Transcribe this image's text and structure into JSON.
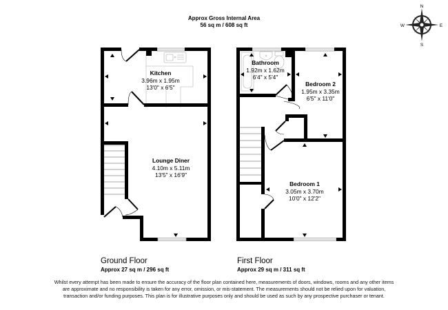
{
  "header": {
    "gross_area_title": "Approx Gross Internal Area",
    "gross_area_value": "56 sq m / 608 sq ft"
  },
  "compass": {
    "icon": "compass-rose-icon",
    "north": "N",
    "south": "S",
    "east": "E",
    "west": "W"
  },
  "floors": [
    {
      "name": "Ground Floor",
      "area": "Approx 27 sq m / 296 sq ft",
      "rooms": [
        {
          "name": "Kitchen",
          "metric": "3.96m x 1.95m",
          "imperial": "13'0\" x 6'5\""
        },
        {
          "name": "Lounge Diner",
          "metric": "4.10m x 5.11m",
          "imperial": "13'5\" x 16'9\""
        }
      ]
    },
    {
      "name": "First Floor",
      "area": "Approx 29 sq m / 311 sq ft",
      "rooms": [
        {
          "name": "Bathroom",
          "metric": "1.92m x 1.62m",
          "imperial": "6'4\" x 5'4\""
        },
        {
          "name": "Bedroom 2",
          "metric": "1.95m x 3.35m",
          "imperial": "6'5\" x 11'0\""
        },
        {
          "name": "Bedroom 1",
          "metric": "3.05m x 3.70m",
          "imperial": "10'0\" x 12'2\""
        }
      ]
    }
  ],
  "disclaimer": "Whilst every attempt has been made to ensure the accuracy of the floor plan contained here, measurements of doors, windows, rooms and any other items are approximate and no responsibility is taken for any error, omission, or mis-statement. The measurements should not be relied upon for valuation, transaction and/or funding purposes. This plan is for illustrative purposes only and should be used as such by any prospective purchaser or tenant.",
  "colors": {
    "wall": "#000000",
    "fixture": "#c8c8c8",
    "window": "#9a9a9a",
    "background": "#ffffff"
  }
}
